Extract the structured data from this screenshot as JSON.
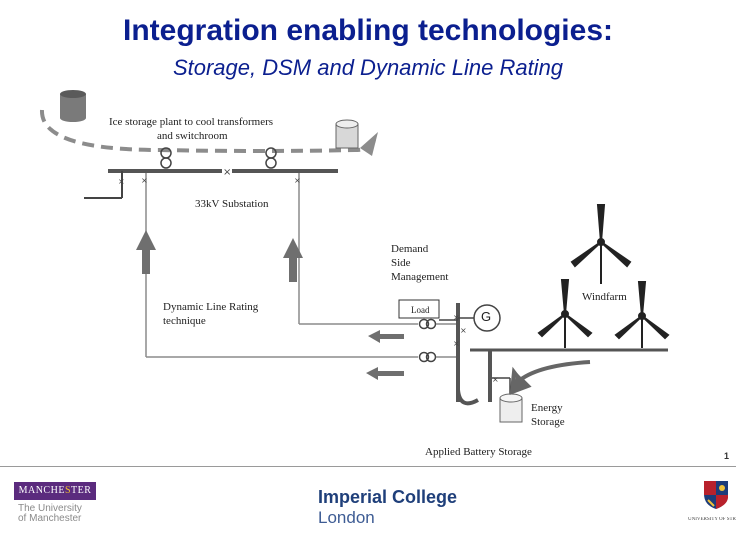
{
  "slide": {
    "title": "Integration enabling technologies:",
    "subtitle": "Storage, DSM and Dynamic Line Rating",
    "page_number": "1"
  },
  "diagram": {
    "ice_storage_line1": "Ice storage plant to cool transformers",
    "ice_storage_line2": "and switchroom",
    "substation_label": "33kV Substation",
    "dsm_line1": "Demand",
    "dsm_line2": "Side",
    "dsm_line3": "Management",
    "load_label": "Load",
    "generator_label": "G",
    "windfarm_label": "Windfarm",
    "dlr_line1": "Dynamic Line  Rating",
    "dlr_line2": "technique",
    "energy_storage_line1": "Energy",
    "energy_storage_line2": "Storage",
    "battery_label": "Applied Battery Storage",
    "colors": {
      "title": "#0b1f8f",
      "line": "#8c8c8c",
      "busbar": "#555555",
      "arrow": "#6f6f6f"
    }
  },
  "footer": {
    "manchester_prefix": "MANCHE",
    "manchester_mid": "S",
    "manchester_suffix": "TER",
    "manchester_sub1": "The University",
    "manchester_sub2": "of Manchester",
    "imperial_line1": "Imperial College",
    "imperial_line2": "London",
    "strathclyde_text": "UNIVERSITY OF STRATHCLYDE"
  }
}
